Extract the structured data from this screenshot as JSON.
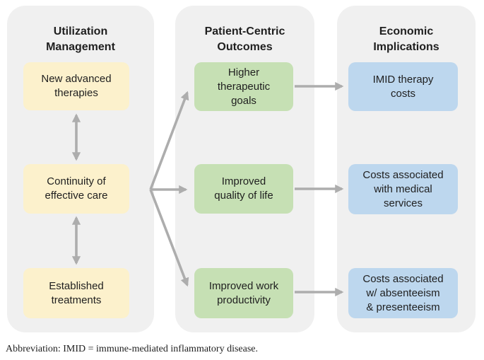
{
  "colors": {
    "background": "#ffffff",
    "panel": "#f0f0f0",
    "yellow": "#fcf1cc",
    "green": "#c6e0b4",
    "blue": "#bdd7ee",
    "arrow": "#adadad",
    "text": "#1f1f1f"
  },
  "columns": [
    {
      "title": "Utilization\nManagement",
      "boxes": [
        "New advanced\ntherapies",
        "Continuity of\neffective care",
        "Established\ntreatments"
      ]
    },
    {
      "title": "Patient-Centric\nOutcomes",
      "boxes": [
        "Higher\ntherapeutic\ngoals",
        "Improved\nquality of life",
        "Improved work\nproductivity"
      ]
    },
    {
      "title": "Economic\nImplications",
      "boxes": [
        "IMID therapy\ncosts",
        "Costs associated\nwith medical\nservices",
        "Costs associated\nw/ absenteeism\n& presenteeism"
      ]
    }
  ],
  "footnote": "Abbreviation: IMID = immune-mediated inflammatory disease."
}
